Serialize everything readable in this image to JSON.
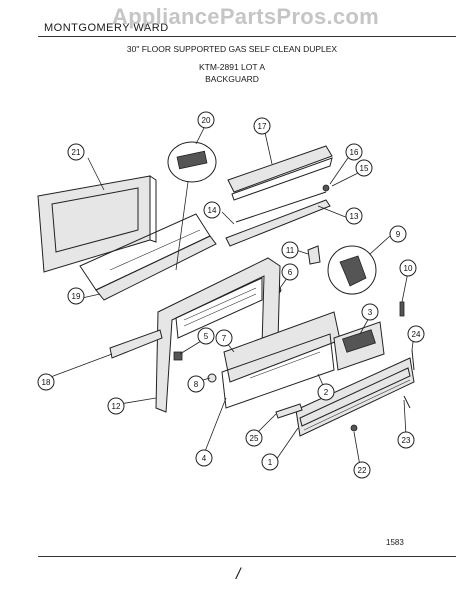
{
  "header": {
    "brand": "MONTGOMERY WARD",
    "watermark": "AppliancePartsPros.com",
    "line1": "30\" FLOOR SUPPORTED GAS SELF CLEAN DUPLEX",
    "line2": "KTM-2891 LOT A",
    "line3": "BACKGUARD"
  },
  "footer": {
    "page_number": "1583",
    "mark": "/"
  },
  "callouts": [
    "1",
    "2",
    "3",
    "4",
    "5",
    "6",
    "7",
    "8",
    "9",
    "10",
    "11",
    "12",
    "13",
    "14",
    "15",
    "16",
    "17",
    "18",
    "19",
    "20",
    "21",
    "22",
    "23",
    "24",
    "25"
  ]
}
